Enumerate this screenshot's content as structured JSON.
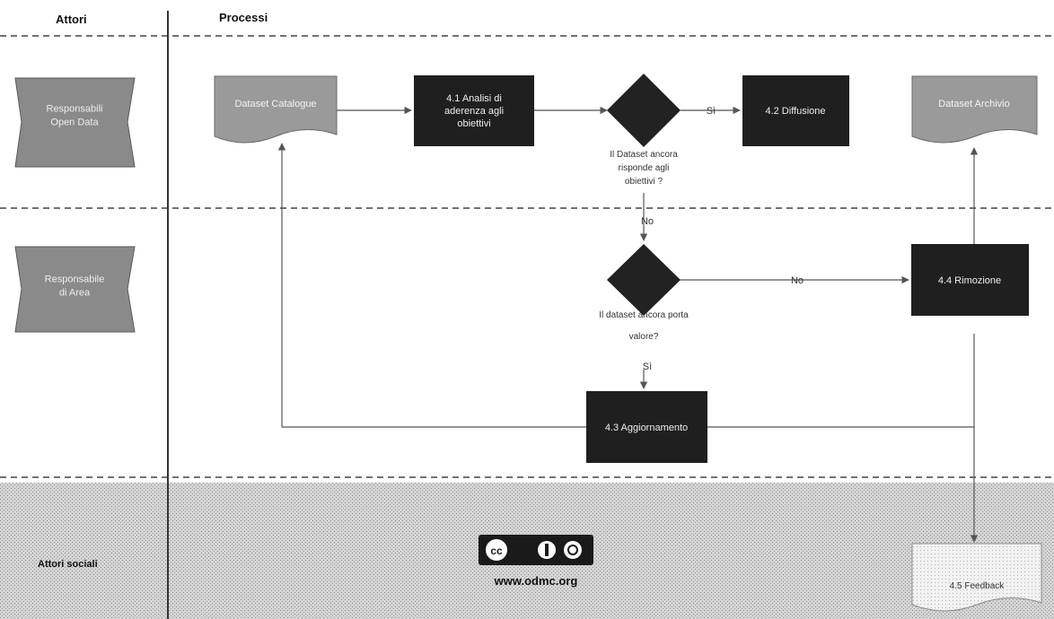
{
  "headers": {
    "actors": "Attori",
    "processes": "Processi"
  },
  "actors": {
    "open_data": "Responsabili Open Data",
    "area": "Responsabile di Area",
    "social": "Attori sociali"
  },
  "nodes": {
    "dataset_catalogue": "Dataset Catalogue",
    "step_4_1": "4.1 Analisi di aderenza agli obiettivi",
    "step_4_2": "4.2 Diffusione",
    "dataset_archivio": "Dataset Archivio",
    "step_4_4": "4.4 Rimozione",
    "step_4_3": "4.3 Aggiornamento",
    "step_4_5": "4.5 Feedback"
  },
  "decisions": {
    "d1": "Il Dataset ancora risponde agli obiettivi ?",
    "d2": "Il dataset ancora porta valore?"
  },
  "edge_labels": {
    "yes": "Sì",
    "no": "No"
  },
  "license": {
    "website": "www.odmc.org",
    "badge": "cc"
  },
  "colors": {
    "dark_box": "#1f1f1f",
    "diamond": "#222222",
    "actor_box": "#8a8a8a",
    "doc_shape": "#9a9a9a",
    "social_band": "#cfcfcf",
    "line": "#555555"
  }
}
